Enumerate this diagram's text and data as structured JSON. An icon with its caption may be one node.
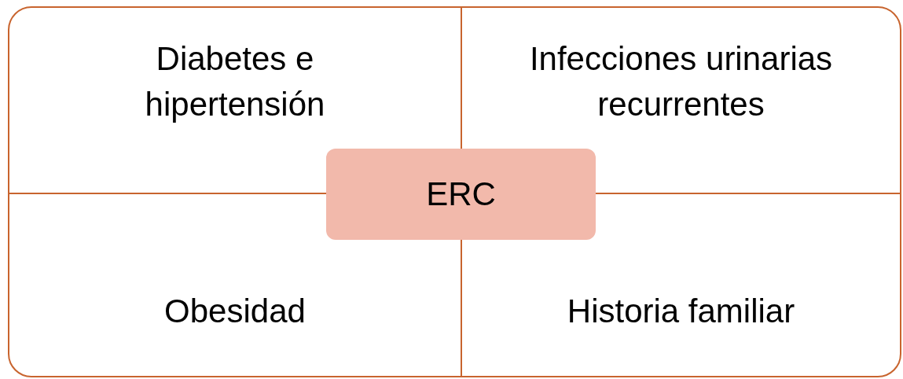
{
  "diagram": {
    "nodes": [
      {
        "text": [
          "Diabetes e hipertensión"
        ]
      },
      {
        "text": [
          "Infecciones urinarias recurrentes"
        ]
      },
      {
        "text": [
          "Obesidad"
        ]
      },
      {
        "text": [
          "Historia familiar"
        ]
      },
      {
        "text": [
          "ERC"
        ]
      }
    ]
  }
}
